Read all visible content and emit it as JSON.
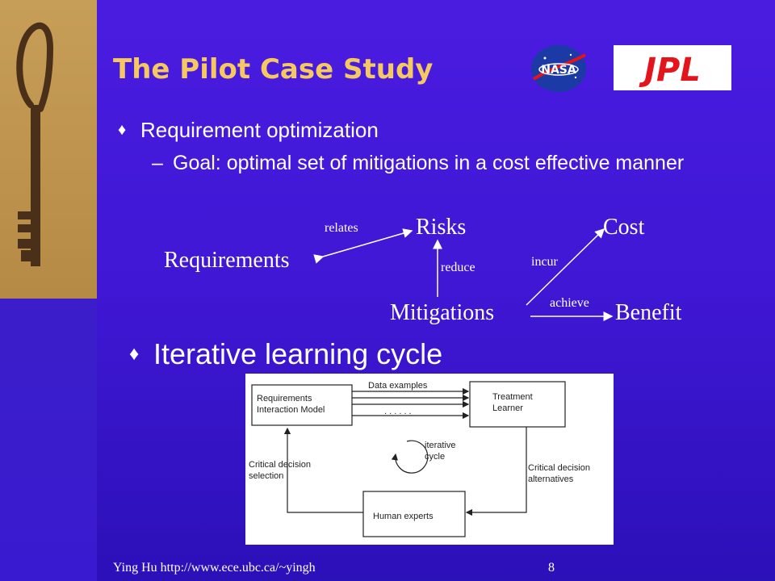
{
  "slide": {
    "title": "The Pilot Case Study",
    "bullet1": "Requirement optimization",
    "bullet1_sub_dash": "–",
    "bullet1_sub": "Goal: optimal set of mitigations in a cost effective manner",
    "bullet2": "Iterative learning cycle",
    "bullet_glyph": "♦",
    "footer": "Ying Hu http://www.ece.ubc.ca/~yingh",
    "page_number": "8"
  },
  "concept_map": {
    "requirements": "Requirements",
    "risks": "Risks",
    "cost": "Cost",
    "mitigations": "Mitigations",
    "benefit": "Benefit",
    "relates": "relates",
    "reduce": "reduce",
    "incur": "incur",
    "achieve": "achieve"
  },
  "cycle": {
    "requirements_model": "Requirements\nInteraction Model",
    "treatment_learner": "Treatment\nLearner",
    "human_experts": "Human experts",
    "data_examples": "Data examples",
    "ellipsis": ". . .   . . .",
    "iterative_cycle": "iterative\ncycle",
    "critical_selection": "Critical decision\nselection",
    "critical_alternatives": "Critical decision\nalternatives"
  },
  "logos": {
    "nasa_text": "NASA",
    "jpl_text": "JPL"
  },
  "colors": {
    "background": "#3f17d4",
    "title": "#f5c862",
    "text": "#ffffff",
    "jpl_red": "#e3141b"
  }
}
